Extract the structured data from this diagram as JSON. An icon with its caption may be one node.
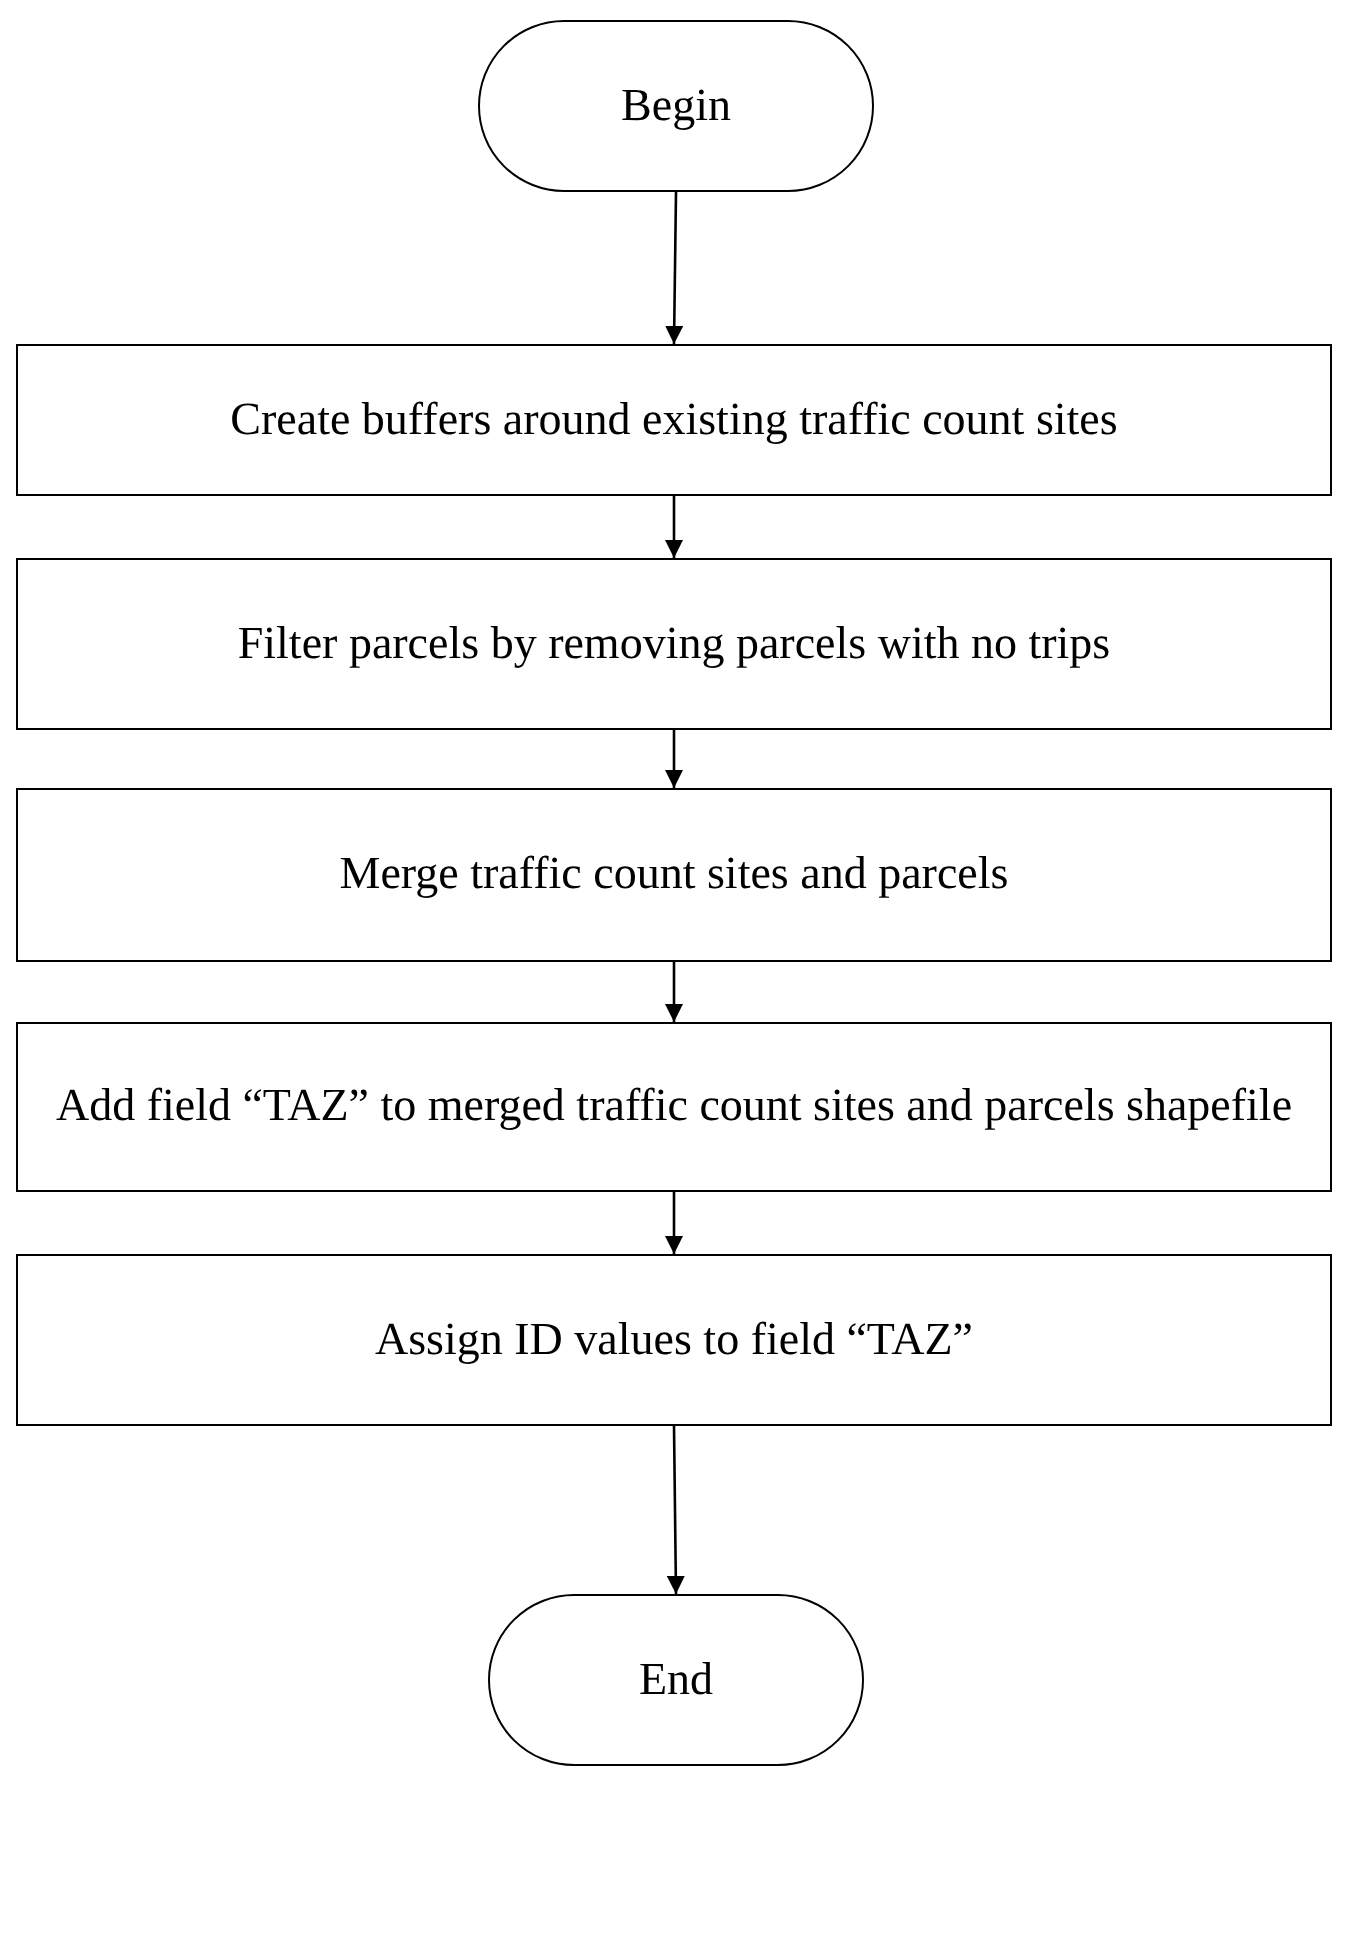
{
  "diagram": {
    "nodes": [
      {
        "text": [
          "Begin"
        ]
      },
      {
        "text": [
          "Create buffers around existing traffic count sites"
        ]
      },
      {
        "text": [
          "Filter parcels by removing parcels with no trips"
        ]
      },
      {
        "text": [
          "Merge traffic count sites and parcels"
        ]
      },
      {
        "text": [
          "Add field “TAZ” to merged traffic count sites and parcels shapefile"
        ]
      },
      {
        "text": [
          "Assign ID values to field “TAZ”"
        ]
      },
      {
        "text": [
          "End"
        ]
      }
    ],
    "edges": [
      {
        "from": 0,
        "to": 1,
        "arrow": "to"
      },
      {
        "from": 1,
        "to": 2,
        "arrow": "to"
      },
      {
        "from": 2,
        "to": 3,
        "arrow": "to"
      },
      {
        "from": 3,
        "to": 4,
        "arrow": "to"
      },
      {
        "from": 4,
        "to": 5,
        "arrow": "to"
      },
      {
        "from": 5,
        "to": 6,
        "arrow": "to"
      }
    ]
  }
}
